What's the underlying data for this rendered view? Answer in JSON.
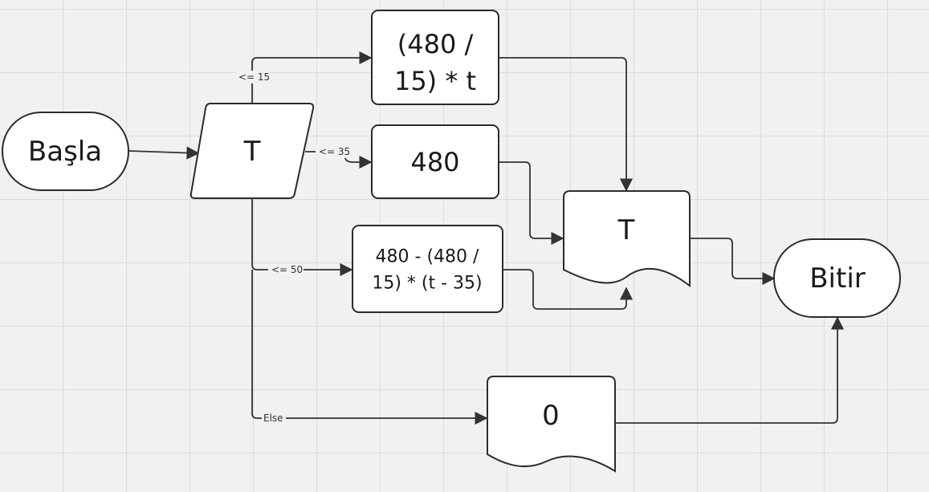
{
  "nodes": {
    "start": "Başla",
    "input_t": "T",
    "calc_rate": [
      "(480 /",
      "15) * t"
    ],
    "const_480": "480",
    "calc_decline": [
      "480 - (480 /",
      "15) * (t - 35)"
    ],
    "output_t": "T",
    "output_zero": "0",
    "end": "Bitir"
  },
  "edges": {
    "le15": "<= 15",
    "le35": "<= 35",
    "le50": "<= 50",
    "else": "Else"
  }
}
